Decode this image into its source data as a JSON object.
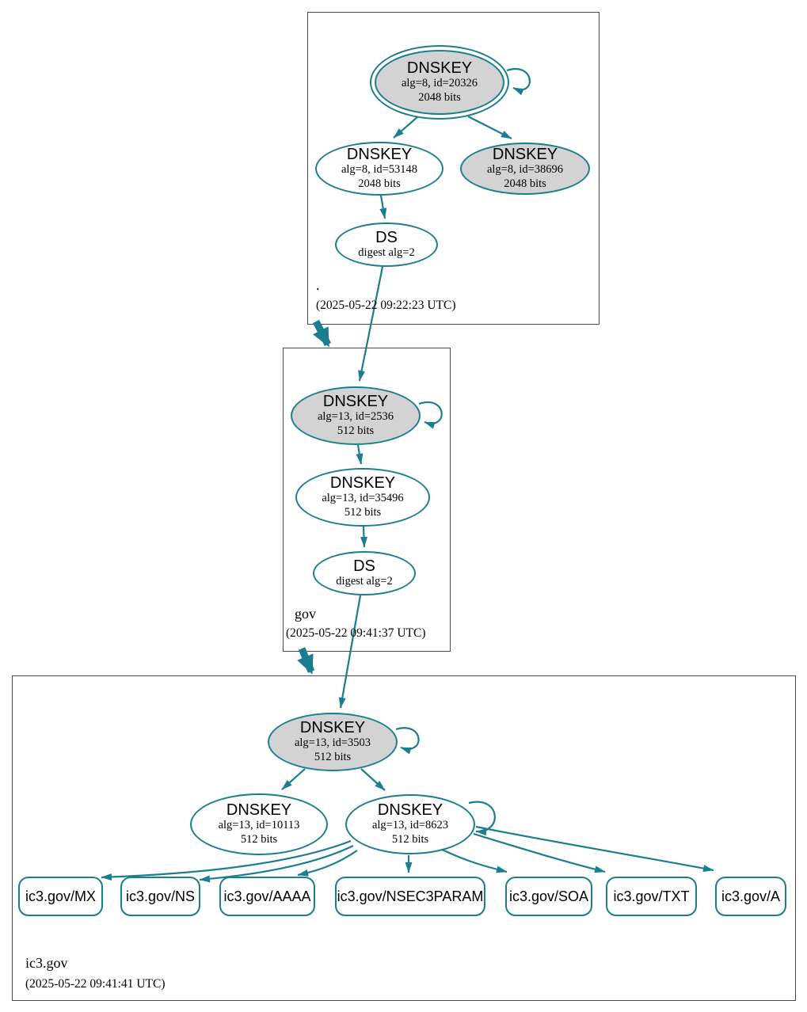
{
  "colors": {
    "edge_teal": "#1a7e8e",
    "node_fill_gray": "#d3d3d3",
    "node_fill_white": "#ffffff",
    "zone_box_border": "#4a4a4a",
    "text": "#000000"
  },
  "zones": {
    "root": {
      "label": ".",
      "timestamp": "(2025-05-22 09:22:23 UTC)",
      "ksk": {
        "title": "DNSKEY",
        "line1": "alg=8, id=20326",
        "line2": "2048 bits"
      },
      "zsk": {
        "title": "DNSKEY",
        "line1": "alg=8, id=53148",
        "line2": "2048 bits"
      },
      "key2": {
        "title": "DNSKEY",
        "line1": "alg=8, id=38696",
        "line2": "2048 bits"
      },
      "ds": {
        "title": "DS",
        "line1": "digest alg=2"
      }
    },
    "gov": {
      "label": "gov",
      "timestamp": "(2025-05-22 09:41:37 UTC)",
      "ksk": {
        "title": "DNSKEY",
        "line1": "alg=13, id=2536",
        "line2": "512 bits"
      },
      "zsk": {
        "title": "DNSKEY",
        "line1": "alg=13, id=35496",
        "line2": "512 bits"
      },
      "ds": {
        "title": "DS",
        "line1": "digest alg=2"
      }
    },
    "ic3": {
      "label": "ic3.gov",
      "timestamp": "(2025-05-22 09:41:41 UTC)",
      "ksk": {
        "title": "DNSKEY",
        "line1": "alg=13, id=3503",
        "line2": "512 bits"
      },
      "key1": {
        "title": "DNSKEY",
        "line1": "alg=13, id=10113",
        "line2": "512 bits"
      },
      "zsk": {
        "title": "DNSKEY",
        "line1": "alg=13, id=8623",
        "line2": "512 bits"
      },
      "rrsets": [
        {
          "label": "ic3.gov/MX"
        },
        {
          "label": "ic3.gov/NS"
        },
        {
          "label": "ic3.gov/AAAA"
        },
        {
          "label": "ic3.gov/NSEC3PARAM"
        },
        {
          "label": "ic3.gov/SOA"
        },
        {
          "label": "ic3.gov/TXT"
        },
        {
          "label": "ic3.gov/A"
        }
      ]
    }
  }
}
